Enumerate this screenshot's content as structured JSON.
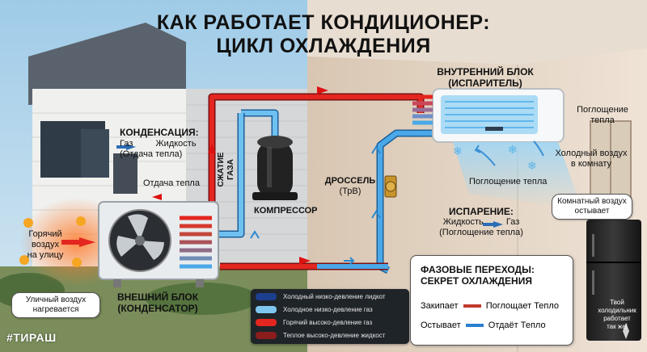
{
  "title": {
    "line1": "КАК РАБОТАЕТ КОНДИЦИОНЕР:",
    "line2": "ЦИКЛ ОХЛАЖДЕНИЯ"
  },
  "indoor_unit": {
    "title_line1": "ВНУТРЕННИЙ БЛОК",
    "title_line2": "(ИСПАРИТЕЛЬ)"
  },
  "labels": {
    "heat_absorption_line1": "Поглощение",
    "heat_absorption_line2": "тепла",
    "cold_air_line1": "Холодный воздух",
    "cold_air_line2": "в комнату",
    "heat_absorption_2": "Поглощение тепла",
    "condensation_title": "КОНДЕНСАЦИЯ:",
    "condensation_gas": "Газ",
    "condensation_liquid": "Жидкость",
    "condensation_note": "(Отдача тепла)",
    "heat_release": "Отдача тепла",
    "compression_line1": "СЖАТИЕ",
    "compression_line2": "ГАЗА",
    "compressor": "КОМПРЕССОР",
    "throttle_line1": "ДРОССЕЛЬ",
    "throttle_line2": "(ТрВ)",
    "evaporation_title": "ИСПАРЕНИЕ:",
    "evaporation_liquid": "Жидкость",
    "evaporation_gas": "Газ",
    "evaporation_note": "(Поглощение тепла)",
    "hot_air_line1": "Горячий",
    "hot_air_line2": "воздух",
    "hot_air_line3": "на улицу",
    "outdoor_title_line1": "ВНЕШНИЙ БЛОК",
    "outdoor_title_line2": "(КОНДЕНСАТОР)"
  },
  "bubbles": {
    "room_air_line1": "Комнатный воздух",
    "room_air_line2": "остывает",
    "street_air_line1": "Уличный воздух",
    "street_air_line2": "нагревается"
  },
  "legend": [
    {
      "text": "Холодный низко-девление лидкот",
      "color": "#1d3f8f"
    },
    {
      "text": "Холодное низко-девление газ",
      "color": "#7fc6f0"
    },
    {
      "text": "Горячий высоко-девление газ",
      "color": "#e3261f"
    },
    {
      "text": "Теплое высоко-девление жидкост",
      "color": "#8b1d1d"
    }
  ],
  "phase_box": {
    "title_line1": "ФАЗОВЫЕ ПЕРЕХОДЫ:",
    "title_line2": "СЕКРЕТ ОХЛАЖДЕНИЯ",
    "boil": "Закипает",
    "absorbs": "Поглощает Тепло",
    "cools": "Остывает",
    "releases": "Отдаёт Тепло"
  },
  "fridge_note": {
    "line1": "Твой",
    "line2": "холодильник",
    "line3": "работает",
    "line4": "так же!"
  },
  "watermark": "#ТИРАШ",
  "colors": {
    "hot_pipe": "#e3261f",
    "cold_pipe": "#4aa8e8",
    "cold_air": "#9fd6f5"
  }
}
